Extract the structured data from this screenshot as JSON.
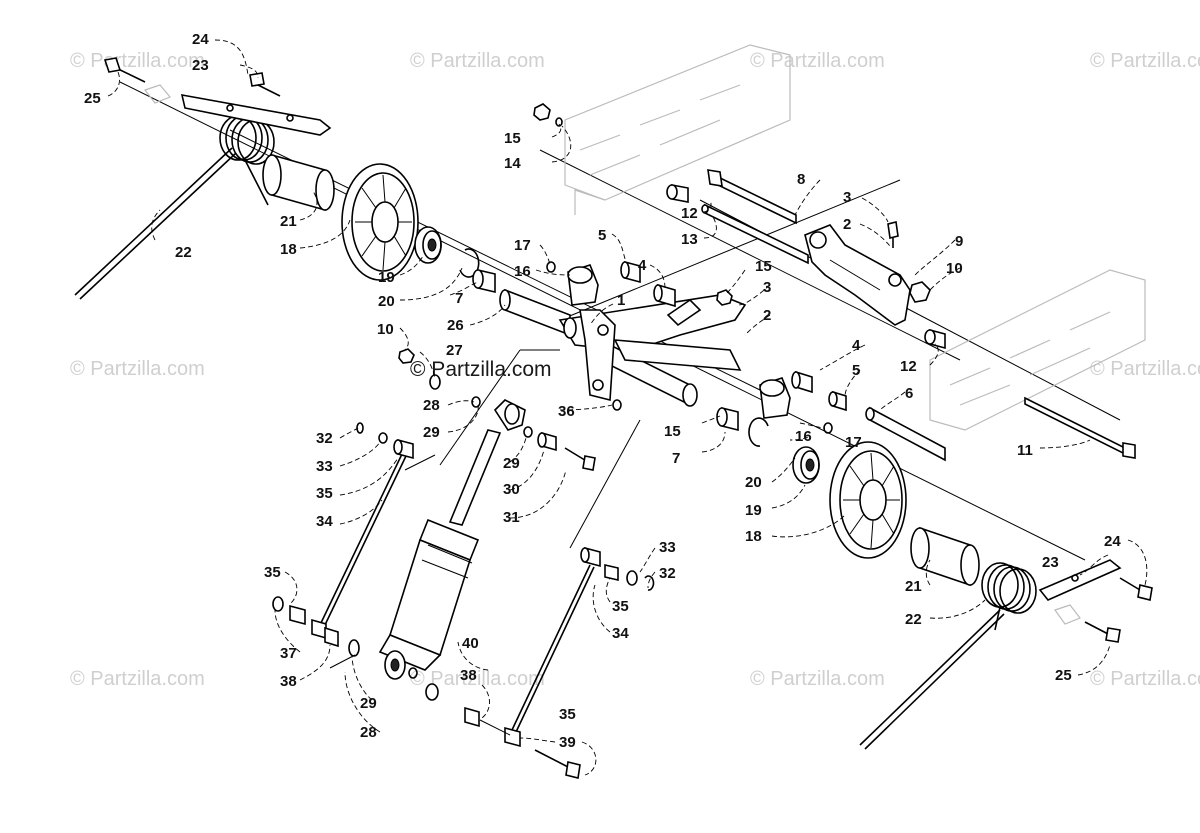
{
  "watermark": {
    "text": "© Partzilla.com",
    "center_text": "© Partzilla.com"
  },
  "callouts": {
    "n1": "1",
    "n2": "2",
    "n3": "3",
    "n4": "4",
    "n5": "5",
    "n6": "6",
    "n7": "7",
    "n8": "8",
    "n9": "9",
    "n10": "10",
    "n11": "11",
    "n12": "12",
    "n13": "13",
    "n14": "14",
    "n15": "15",
    "n16": "16",
    "n17": "17",
    "n18": "18",
    "n19": "19",
    "n20": "20",
    "n21": "21",
    "n22": "22",
    "n23": "23",
    "n24": "24",
    "n25": "25",
    "n26": "26",
    "n27": "27",
    "n28": "28",
    "n29": "29",
    "n30": "30",
    "n31": "31",
    "n32": "32",
    "n33": "33",
    "n34": "34",
    "n35": "35",
    "n36": "36",
    "n37": "37",
    "n38": "38",
    "n39": "39",
    "n40": "40"
  },
  "colors": {
    "line": "#000000",
    "watermark": "#cfcfcf",
    "rail_outline": "#bbbbbb"
  }
}
